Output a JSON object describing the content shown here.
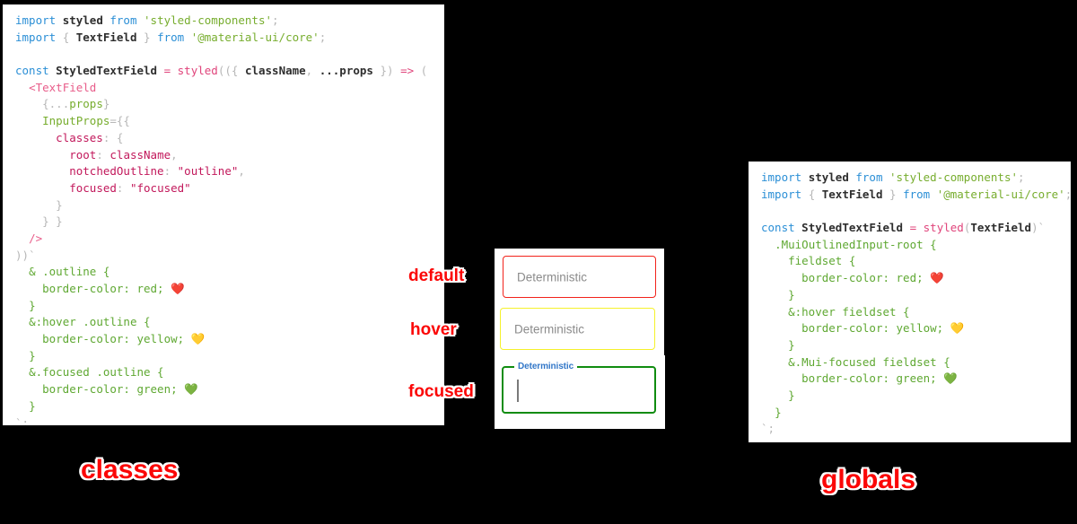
{
  "background_color": "#000000",
  "accent_colors": {
    "annotation_red": "#fb0606",
    "annotation_outline": "#ffffff",
    "border_default_red": "#f2231b",
    "border_hover_yellow": "#f5f12a",
    "border_focused_green": "#108c10",
    "focused_label_blue": "#3277c8",
    "placeholder_gray": "#8b8b8b"
  },
  "left_panel": {
    "name": "classes-code-panel",
    "caption": "classes",
    "lines": [
      [
        {
          "t": "import",
          "c": "kw"
        },
        {
          "t": " ",
          "c": "plain"
        },
        {
          "t": "styled",
          "c": "id"
        },
        {
          "t": " ",
          "c": "plain"
        },
        {
          "t": "from",
          "c": "kw"
        },
        {
          "t": " ",
          "c": "plain"
        },
        {
          "t": "'styled-components'",
          "c": "str"
        },
        {
          "t": ";",
          "c": "punc"
        }
      ],
      [
        {
          "t": "import",
          "c": "kw"
        },
        {
          "t": " ",
          "c": "plain"
        },
        {
          "t": "{",
          "c": "punc"
        },
        {
          "t": " ",
          "c": "plain"
        },
        {
          "t": "TextField",
          "c": "id"
        },
        {
          "t": " ",
          "c": "plain"
        },
        {
          "t": "}",
          "c": "punc"
        },
        {
          "t": " ",
          "c": "plain"
        },
        {
          "t": "from",
          "c": "kw"
        },
        {
          "t": " ",
          "c": "plain"
        },
        {
          "t": "'@material-ui/core'",
          "c": "str"
        },
        {
          "t": ";",
          "c": "punc"
        }
      ],
      [],
      [
        {
          "t": "const",
          "c": "kw"
        },
        {
          "t": " ",
          "c": "plain"
        },
        {
          "t": "StyledTextField",
          "c": "id"
        },
        {
          "t": " ",
          "c": "plain"
        },
        {
          "t": "=",
          "c": "op"
        },
        {
          "t": " ",
          "c": "plain"
        },
        {
          "t": "styled",
          "c": "fn"
        },
        {
          "t": "((",
          "c": "punc"
        },
        {
          "t": "{ ",
          "c": "punc"
        },
        {
          "t": "className",
          "c": "id"
        },
        {
          "t": ", ",
          "c": "punc"
        },
        {
          "t": "...props",
          "c": "id"
        },
        {
          "t": " })",
          "c": "punc"
        },
        {
          "t": " ",
          "c": "plain"
        },
        {
          "t": "=>",
          "c": "op"
        },
        {
          "t": " ",
          "c": "plain"
        },
        {
          "t": "(",
          "c": "punc"
        }
      ],
      [
        {
          "t": "  ",
          "c": "plain"
        },
        {
          "t": "<TextField",
          "c": "tag"
        }
      ],
      [
        {
          "t": "    ",
          "c": "plain"
        },
        {
          "t": "{",
          "c": "punc"
        },
        {
          "t": "...",
          "c": "punc"
        },
        {
          "t": "props",
          "c": "attr"
        },
        {
          "t": "}",
          "c": "punc"
        }
      ],
      [
        {
          "t": "    ",
          "c": "plain"
        },
        {
          "t": "InputProps",
          "c": "attr"
        },
        {
          "t": "={{",
          "c": "punc"
        }
      ],
      [
        {
          "t": "      ",
          "c": "plain"
        },
        {
          "t": "classes",
          "c": "prop"
        },
        {
          "t": ": {",
          "c": "punc"
        }
      ],
      [
        {
          "t": "        ",
          "c": "plain"
        },
        {
          "t": "root",
          "c": "prop"
        },
        {
          "t": ": ",
          "c": "punc"
        },
        {
          "t": "className",
          "c": "val"
        },
        {
          "t": ",",
          "c": "punc"
        }
      ],
      [
        {
          "t": "        ",
          "c": "plain"
        },
        {
          "t": "notchedOutline",
          "c": "prop"
        },
        {
          "t": ": ",
          "c": "punc"
        },
        {
          "t": "\"outline\"",
          "c": "val"
        },
        {
          "t": ",",
          "c": "punc"
        }
      ],
      [
        {
          "t": "        ",
          "c": "plain"
        },
        {
          "t": "focused",
          "c": "prop"
        },
        {
          "t": ": ",
          "c": "punc"
        },
        {
          "t": "\"focused\"",
          "c": "val"
        }
      ],
      [
        {
          "t": "      ",
          "c": "plain"
        },
        {
          "t": "}",
          "c": "punc"
        }
      ],
      [
        {
          "t": "    ",
          "c": "plain"
        },
        {
          "t": "} }",
          "c": "punc"
        }
      ],
      [
        {
          "t": "  ",
          "c": "plain"
        },
        {
          "t": "/>",
          "c": "tag"
        }
      ],
      [
        {
          "t": "))",
          "c": "punc"
        },
        {
          "t": "`",
          "c": "punc"
        }
      ],
      [
        {
          "t": "  ",
          "c": "plain"
        },
        {
          "t": "& .outline {",
          "c": "sel"
        }
      ],
      [
        {
          "t": "    ",
          "c": "plain"
        },
        {
          "t": "border-color: red; ",
          "c": "css"
        },
        {
          "t": "❤️",
          "c": "emoji"
        }
      ],
      [
        {
          "t": "  ",
          "c": "plain"
        },
        {
          "t": "}",
          "c": "sel"
        }
      ],
      [
        {
          "t": "  ",
          "c": "plain"
        },
        {
          "t": "&:hover .outline {",
          "c": "sel"
        }
      ],
      [
        {
          "t": "    ",
          "c": "plain"
        },
        {
          "t": "border-color: yellow; ",
          "c": "css"
        },
        {
          "t": "💛",
          "c": "emoji"
        }
      ],
      [
        {
          "t": "  ",
          "c": "plain"
        },
        {
          "t": "}",
          "c": "sel"
        }
      ],
      [
        {
          "t": "  ",
          "c": "plain"
        },
        {
          "t": "&.focused .outline {",
          "c": "sel"
        }
      ],
      [
        {
          "t": "    ",
          "c": "plain"
        },
        {
          "t": "border-color: green; ",
          "c": "css"
        },
        {
          "t": "💚",
          "c": "emoji"
        }
      ],
      [
        {
          "t": "  ",
          "c": "plain"
        },
        {
          "t": "}",
          "c": "sel"
        }
      ],
      [
        {
          "t": "`",
          "c": "punc"
        },
        {
          "t": ";",
          "c": "punc"
        }
      ]
    ]
  },
  "right_panel": {
    "name": "globals-code-panel",
    "caption": "globals",
    "lines": [
      [
        {
          "t": "import",
          "c": "kw"
        },
        {
          "t": " ",
          "c": "plain"
        },
        {
          "t": "styled",
          "c": "id"
        },
        {
          "t": " ",
          "c": "plain"
        },
        {
          "t": "from",
          "c": "kw"
        },
        {
          "t": " ",
          "c": "plain"
        },
        {
          "t": "'styled-components'",
          "c": "str"
        },
        {
          "t": ";",
          "c": "punc"
        }
      ],
      [
        {
          "t": "import",
          "c": "kw"
        },
        {
          "t": " ",
          "c": "plain"
        },
        {
          "t": "{",
          "c": "punc"
        },
        {
          "t": " ",
          "c": "plain"
        },
        {
          "t": "TextField",
          "c": "id"
        },
        {
          "t": " ",
          "c": "plain"
        },
        {
          "t": "}",
          "c": "punc"
        },
        {
          "t": " ",
          "c": "plain"
        },
        {
          "t": "from",
          "c": "kw"
        },
        {
          "t": " ",
          "c": "plain"
        },
        {
          "t": "'@material-ui/core'",
          "c": "str"
        },
        {
          "t": ";",
          "c": "punc"
        }
      ],
      [],
      [
        {
          "t": "const",
          "c": "kw"
        },
        {
          "t": " ",
          "c": "plain"
        },
        {
          "t": "StyledTextField",
          "c": "id"
        },
        {
          "t": " ",
          "c": "plain"
        },
        {
          "t": "=",
          "c": "op"
        },
        {
          "t": " ",
          "c": "plain"
        },
        {
          "t": "styled",
          "c": "fn"
        },
        {
          "t": "(",
          "c": "punc"
        },
        {
          "t": "TextField",
          "c": "id"
        },
        {
          "t": ")",
          "c": "punc"
        },
        {
          "t": "`",
          "c": "punc"
        }
      ],
      [
        {
          "t": "  ",
          "c": "plain"
        },
        {
          "t": ".MuiOutlinedInput-root {",
          "c": "sel"
        }
      ],
      [
        {
          "t": "    ",
          "c": "plain"
        },
        {
          "t": "fieldset {",
          "c": "sel"
        }
      ],
      [
        {
          "t": "      ",
          "c": "plain"
        },
        {
          "t": "border-color: red; ",
          "c": "css"
        },
        {
          "t": "❤️",
          "c": "emoji"
        }
      ],
      [
        {
          "t": "    ",
          "c": "plain"
        },
        {
          "t": "}",
          "c": "sel"
        }
      ],
      [
        {
          "t": "    ",
          "c": "plain"
        },
        {
          "t": "&:hover fieldset {",
          "c": "sel"
        }
      ],
      [
        {
          "t": "      ",
          "c": "plain"
        },
        {
          "t": "border-color: yellow; ",
          "c": "css"
        },
        {
          "t": "💛",
          "c": "emoji"
        }
      ],
      [
        {
          "t": "    ",
          "c": "plain"
        },
        {
          "t": "}",
          "c": "sel"
        }
      ],
      [
        {
          "t": "    ",
          "c": "plain"
        },
        {
          "t": "&.Mui-focused fieldset {",
          "c": "sel"
        }
      ],
      [
        {
          "t": "      ",
          "c": "plain"
        },
        {
          "t": "border-color: green; ",
          "c": "css"
        },
        {
          "t": "💚",
          "c": "emoji"
        }
      ],
      [
        {
          "t": "    ",
          "c": "plain"
        },
        {
          "t": "}",
          "c": "sel"
        }
      ],
      [
        {
          "t": "  ",
          "c": "plain"
        },
        {
          "t": "}",
          "c": "sel"
        }
      ],
      [
        {
          "t": "`",
          "c": "punc"
        },
        {
          "t": ";",
          "c": "punc"
        }
      ]
    ]
  },
  "preview": {
    "name": "textfield-preview",
    "fields": [
      {
        "state": "default",
        "value": "Deterministic",
        "border_color": "#f2231b",
        "floating_label": null
      },
      {
        "state": "hover",
        "value": "Deterministic",
        "border_color": "#f5f12a",
        "floating_label": null
      },
      {
        "state": "focused",
        "value": "",
        "border_color": "#108c10",
        "floating_label": "Deterministic"
      }
    ]
  },
  "annotations": {
    "default": "default",
    "hover": "hover",
    "focused": "focused",
    "classes": "classes",
    "globals": "globals"
  }
}
